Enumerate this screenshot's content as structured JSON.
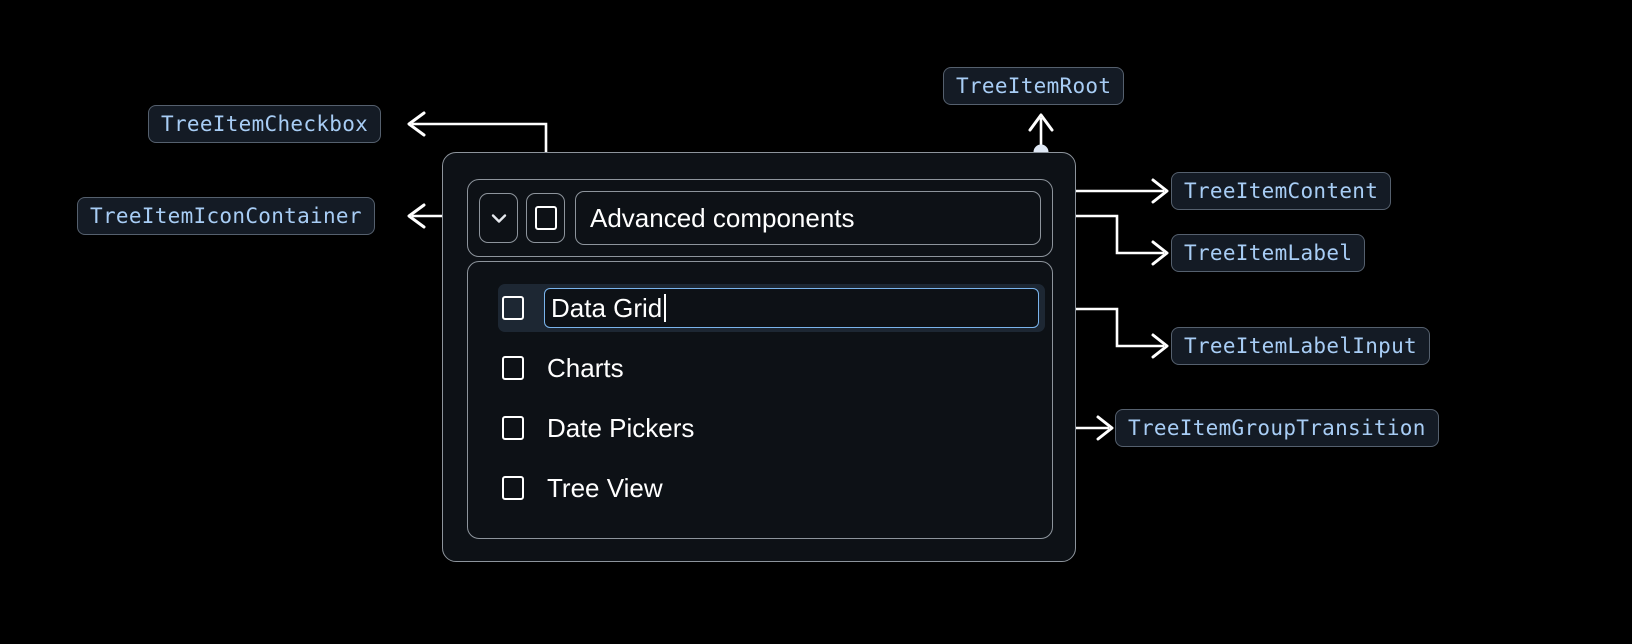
{
  "annotations": {
    "tree_item_checkbox": "TreeItemCheckbox",
    "tree_item_icon_container": "TreeItemIconContainer",
    "tree_item_root": "TreeItemRoot",
    "tree_item_content": "TreeItemContent",
    "tree_item_label": "TreeItemLabel",
    "tree_item_label_input": "TreeItemLabelInput",
    "tree_item_group_transition": "TreeItemGroupTransition"
  },
  "tree": {
    "header": {
      "label": "Advanced components",
      "expand_icon": "chevron-down-icon",
      "checkbox_state": "unchecked"
    },
    "items": [
      {
        "label": "Data Grid",
        "editing": true,
        "checkbox_state": "unchecked",
        "selected": true
      },
      {
        "label": "Charts",
        "editing": false,
        "checkbox_state": "unchecked",
        "selected": false
      },
      {
        "label": "Date Pickers",
        "editing": false,
        "checkbox_state": "unchecked",
        "selected": false
      },
      {
        "label": "Tree View",
        "editing": false,
        "checkbox_state": "unchecked",
        "selected": false
      }
    ]
  },
  "colors": {
    "background": "#000000",
    "panel": "#0d1116",
    "border": "#8d949c",
    "badge_bg": "#141b25",
    "badge_border": "#55606e",
    "badge_text": "#a8cdf5",
    "connector": "#ffffff",
    "selected_row": "#1d2733",
    "input_focus_border": "#7ab4ec"
  }
}
